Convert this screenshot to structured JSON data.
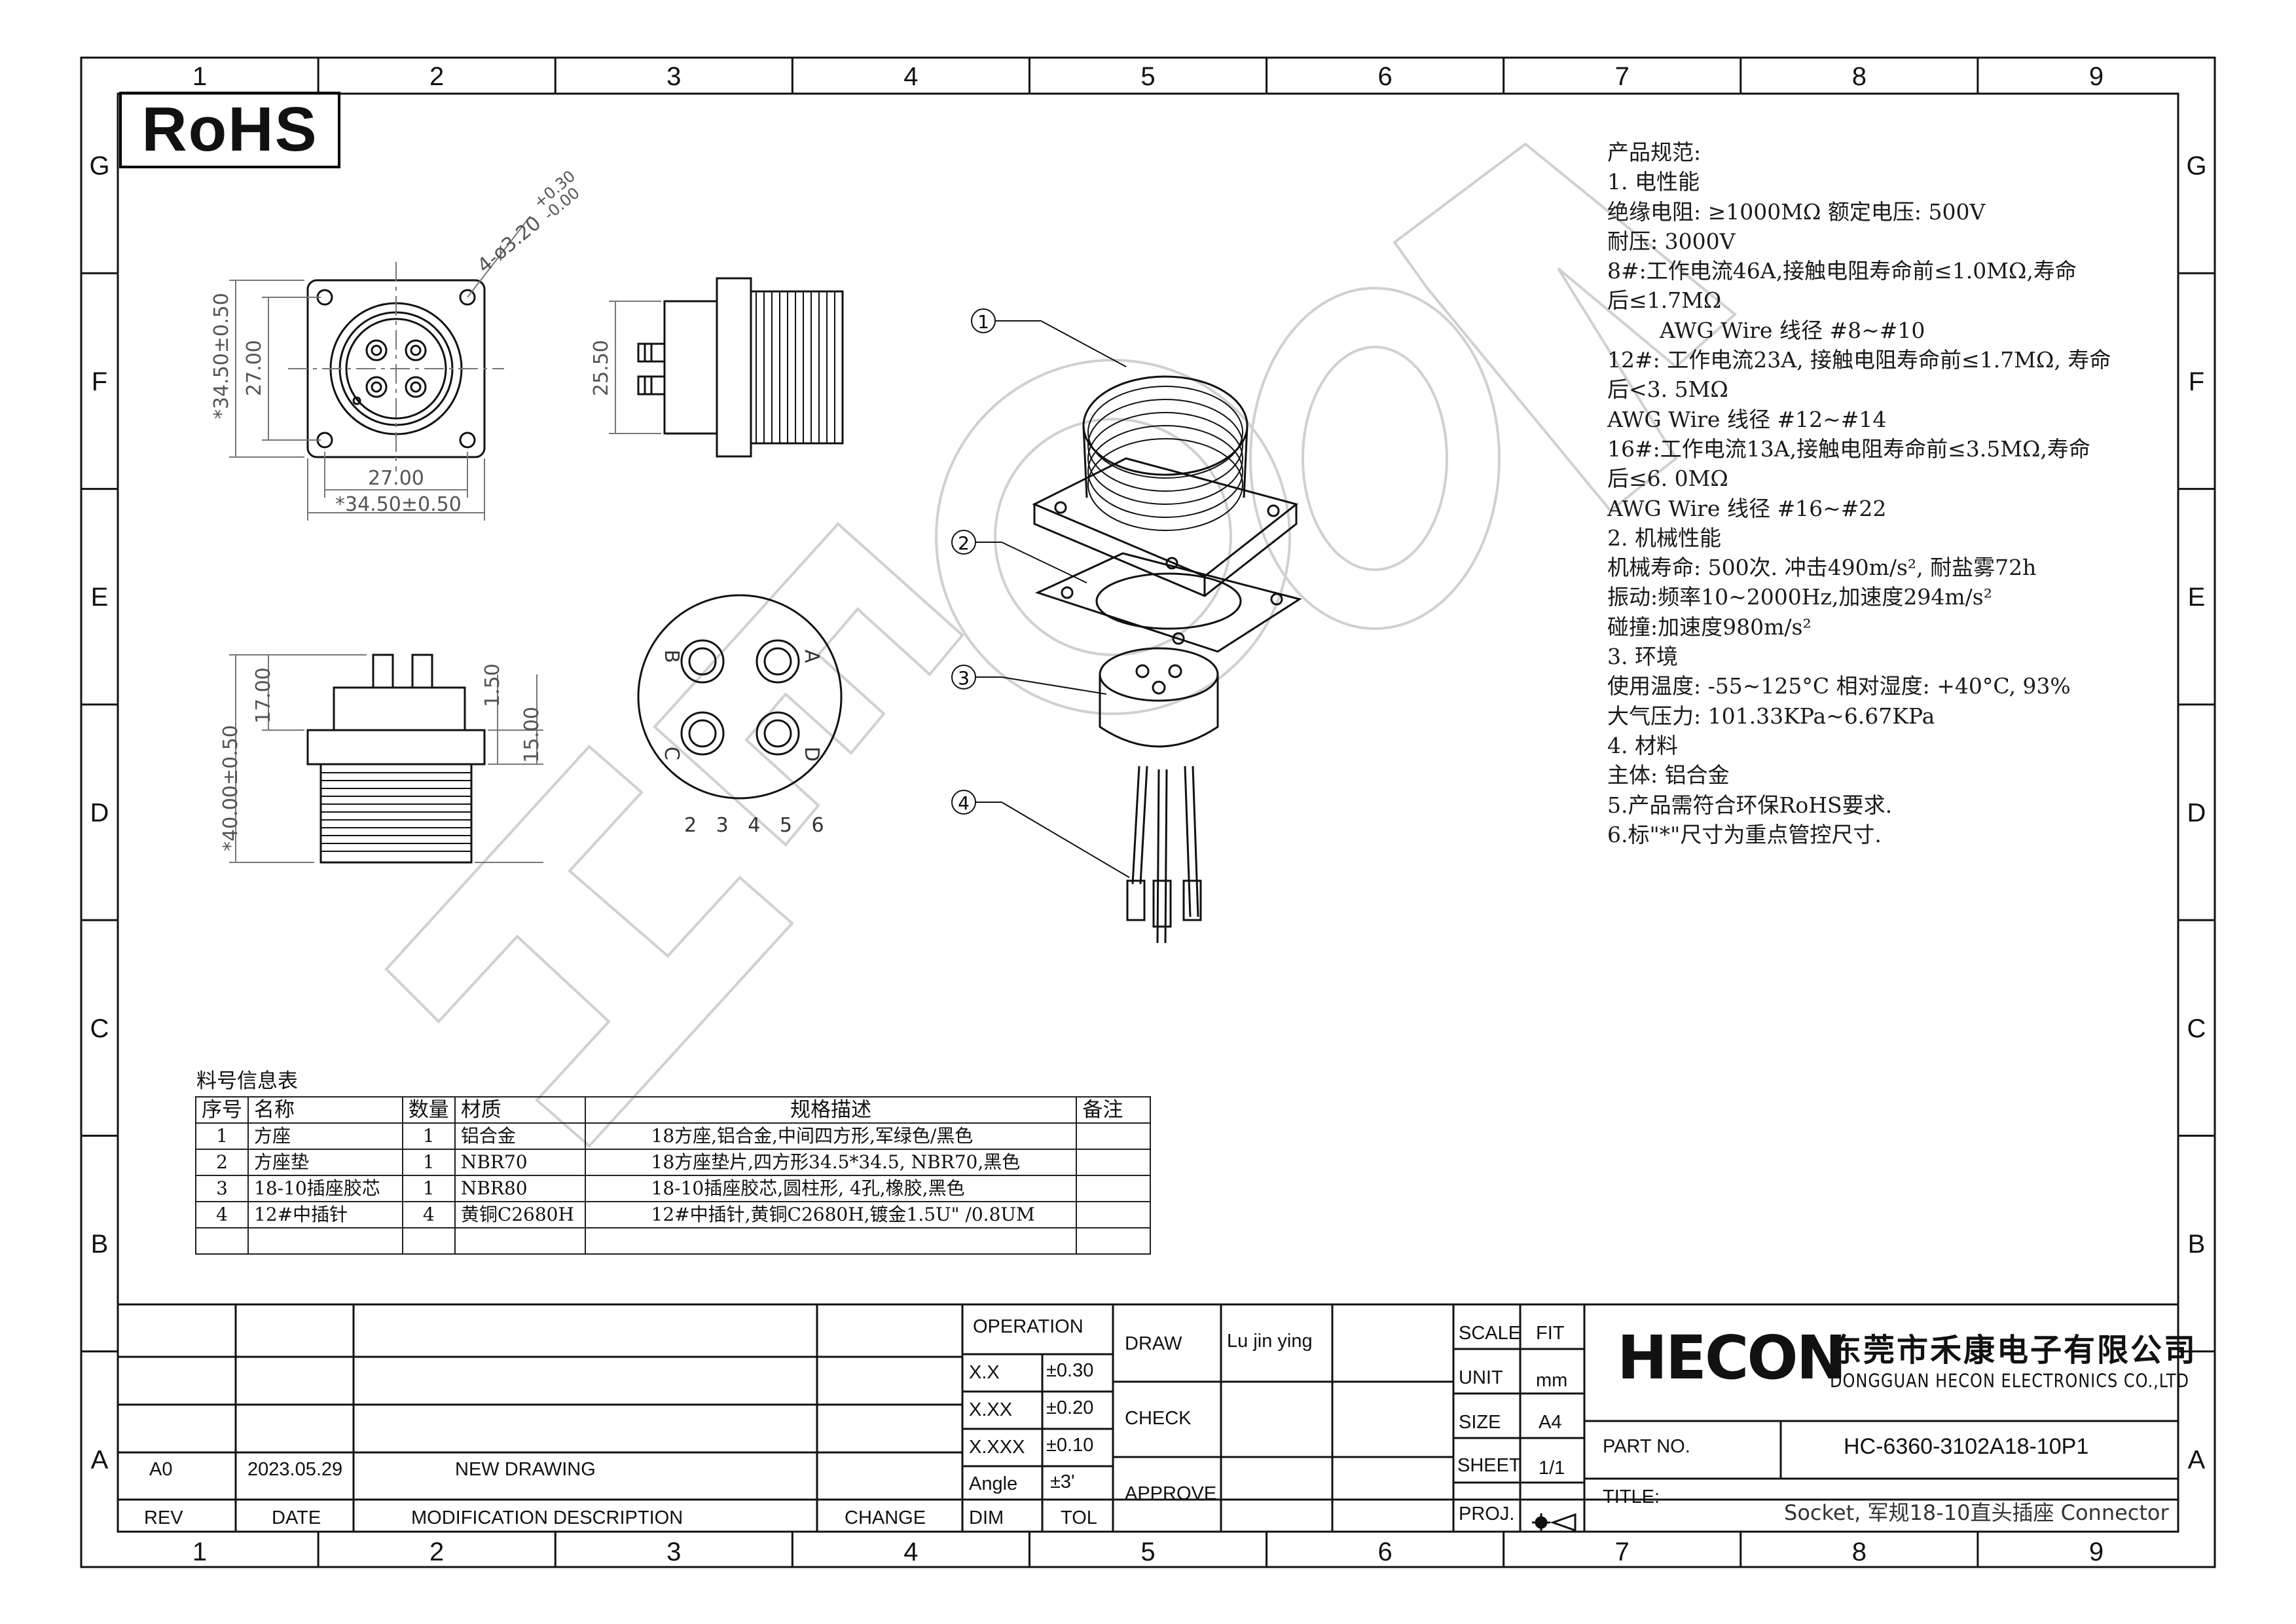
{
  "frame": {
    "column_labels": [
      "1",
      "2",
      "3",
      "4",
      "5",
      "6",
      "7",
      "8",
      "9"
    ],
    "row_labels": [
      "G",
      "F",
      "E",
      "D",
      "C",
      "B",
      "A"
    ]
  },
  "rohs_label": "RoHS",
  "watermark": "HECON",
  "drawing_dims": {
    "holes": "4-ø3.20",
    "holes_tol_plus": "+0.30",
    "holes_tol_minus": "-0.00",
    "front_height_outer": "*34.50±0.50",
    "front_height_inner": "27.00",
    "front_width_inner": "27.00",
    "front_width_outer": "*34.50±0.50",
    "side_height": "25.50",
    "bottom_height_outer": "*40.00±0.50",
    "bottom_height_upper": "17.00",
    "bottom_flange": "1.50",
    "bottom_lower": "15.00",
    "face_numbers": "2 3 4 5 6",
    "pin_letters": [
      "A",
      "B",
      "C",
      "D"
    ]
  },
  "callouts": [
    "1",
    "2",
    "3",
    "4"
  ],
  "spec_lines": [
    "产品规范:",
    "1. 电性能",
    "绝缘电阻: ≥1000MΩ      额定电压: 500V",
    "耐压: 3000V",
    "8#:工作电流46A,接触电阻寿命前≤1.0MΩ,寿命",
    "后≤1.7MΩ",
    "AWG Wire 线径 #8~#10",
    "12#: 工作电流23A, 接触电阻寿命前≤1.7MΩ, 寿命",
    "后<3. 5MΩ",
    "AWG Wire 线径 #12~#14",
    "16#:工作电流13A,接触电阻寿命前≤3.5MΩ,寿命",
    "后≤6. 0MΩ",
    "AWG Wire 线径 #16~#22",
    "2. 机械性能",
    "机械寿命: 500次. 冲击490m/s², 耐盐雾72h",
    "振动:频率10~2000Hz,加速度294m/s²",
    "碰撞:加速度980m/s²",
    "3. 环境",
    "使用温度: -55~125°C  相对湿度: +40°C, 93%",
    "大气压力: 101.33KPa~6.67KPa",
    "4. 材料",
    "主体: 铝合金",
    "5.产品需符合环保RoHS要求.",
    "6.标\"*\"尺寸为重点管控尺寸."
  ],
  "bom": {
    "title": "料号信息表",
    "headers": [
      "序号",
      "名称",
      "数量",
      "材质",
      "规格描述",
      "备注"
    ],
    "rows": [
      [
        "1",
        "方座",
        "1",
        "铝合金",
        "18方座,铝合金,中间四方形,军绿色/黑色",
        ""
      ],
      [
        "2",
        "方座垫",
        "1",
        "NBR70",
        "18方座垫片,四方形34.5*34.5, NBR70,黑色",
        ""
      ],
      [
        "3",
        "18-10插座胶芯",
        "1",
        "NBR80",
        "18-10插座胶芯,圆柱形, 4孔,橡胶,黑色",
        ""
      ],
      [
        "4",
        "12#中插针",
        "4",
        "黄铜C2680H",
        "12#中插针,黄铜C2680H,镀金1.5U\" /0.8UM",
        ""
      ]
    ]
  },
  "title_block": {
    "rev_value": "A0",
    "date_value": "2023.05.29",
    "desc_value": "NEW DRAWING",
    "rev_header": "REV",
    "date_header": "DATE",
    "desc_header": "MODIFICATION DESCRIPTION",
    "change_header": "CHANGE",
    "operation": "OPERATION",
    "tol_rows": [
      [
        "X.X",
        "±0.30"
      ],
      [
        "X.XX",
        "±0.20"
      ],
      [
        "X.XXX",
        "±0.10"
      ],
      [
        "Angle",
        "±3'"
      ]
    ],
    "dim_header": "DIM",
    "tol_header": "TOL",
    "draw": "DRAW",
    "drawer": "Lu jin ying",
    "check": "CHECK",
    "approve": "APPROVE",
    "scale_label": "SCALE",
    "scale_value": "FIT",
    "unit_label": "UNIT",
    "unit_value": "mm",
    "size_label": "SIZE",
    "size_value": "A4",
    "sheet_label": "SHEET",
    "sheet_value": "1/1",
    "proj_label": "PROJ.",
    "company_logo": "HECON",
    "company_cn": "东莞市禾康电子有限公司",
    "company_en": "DONGGUAN HECON ELECTRONICS CO.,LTD",
    "part_no_label": "PART NO.",
    "part_no": "HC-6360-3102A18-10P1",
    "title_label": "TITLE:",
    "title_value": "Socket, 军规18-10直头插座 Connector"
  }
}
